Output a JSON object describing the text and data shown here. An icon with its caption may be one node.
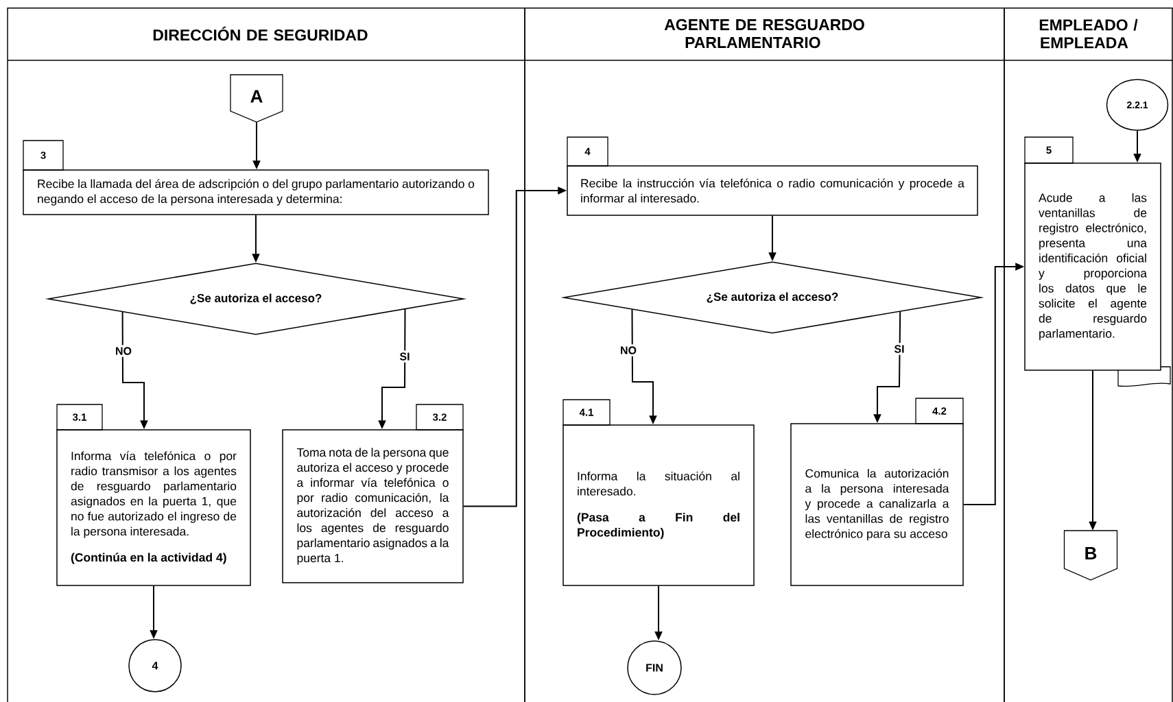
{
  "diagram": {
    "nodes": [
      {
        "text": [
          "DIRECCIÓN DE SEGURIDAD"
        ]
      },
      {
        "text": [
          "AGENTE DE RESGUARDO PARLAMENTARIO"
        ]
      },
      {
        "text": [
          "EMPLEADO / EMPLEADA"
        ]
      },
      {
        "text": [
          "A"
        ],
        "in": 0
      },
      {
        "text": [
          "3",
          "Recibe la llamada del área de adscripción o del grupo parlamentario autorizando o negando el acceso de la persona interesada y determina:"
        ],
        "in": 0
      },
      {
        "text": [
          "¿Se autoriza el acceso?"
        ],
        "in": 0
      },
      {
        "text": [
          "3.1",
          "Informa vía telefónica o por radio transmisor a los agentes de resguardo parlamentario asignados en la puerta 1, que no fue autorizado el ingreso de la persona interesada.",
          "(Continúa en la actividad 4)"
        ],
        "in": 0
      },
      {
        "text": [
          "3.2",
          "Toma nota de la persona que autoriza el acceso y procede a informar vía telefónica o por radio comunicación, la autorización del acceso a los agentes de resguardo parlamentario asignados a la puerta 1."
        ],
        "in": 0
      },
      {
        "text": [
          "4"
        ],
        "in": 0
      },
      {
        "text": [
          "4",
          "Recibe la instrucción vía telefónica o radio comunicación y procede a informar al interesado."
        ],
        "in": 1
      },
      {
        "text": [
          "¿Se autoriza el acceso?"
        ],
        "in": 1
      },
      {
        "text": [
          "4.1",
          "Informa la situación al interesado.",
          "(Pasa a Fin del Procedimiento)"
        ],
        "in": 1
      },
      {
        "text": [
          "4.2",
          "Comunica la autorización a la persona interesada y procede a canalizarla a las ventanillas de registro electrónico para su acceso"
        ],
        "in": 1
      },
      {
        "text": [
          "FIN"
        ],
        "in": 1
      },
      {
        "text": [
          "2.2.1"
        ],
        "in": 2
      },
      {
        "text": [
          "5",
          "Acude a las ventanillas de registro electrónico, presenta una identificación oficial y proporciona los datos que le solicite el agente de resguardo parlamentario."
        ],
        "in": 2
      },
      {
        "text": [
          "B"
        ],
        "in": 2
      }
    ],
    "edges": [
      {
        "from": 3,
        "to": 4,
        "arrow": "to"
      },
      {
        "from": 4,
        "to": 5,
        "arrow": "to"
      },
      {
        "from": 5,
        "to": 6,
        "arrow": "to",
        "label": "NO"
      },
      {
        "from": 5,
        "to": 7,
        "arrow": "to",
        "label": "SI"
      },
      {
        "from": 6,
        "to": 8,
        "arrow": "to"
      },
      {
        "from": 7,
        "to": 9,
        "arrow": "to"
      },
      {
        "from": 9,
        "to": 10,
        "arrow": "to"
      },
      {
        "from": 10,
        "to": 11,
        "arrow": "to",
        "label": "NO"
      },
      {
        "from": 10,
        "to": 12,
        "arrow": "to",
        "label": "SI"
      },
      {
        "from": 11,
        "to": 13,
        "arrow": "to"
      },
      {
        "from": 12,
        "to": 15,
        "arrow": "to"
      },
      {
        "from": 14,
        "to": 15,
        "arrow": "to"
      },
      {
        "from": 15,
        "to": 16,
        "arrow": "to"
      }
    ]
  }
}
